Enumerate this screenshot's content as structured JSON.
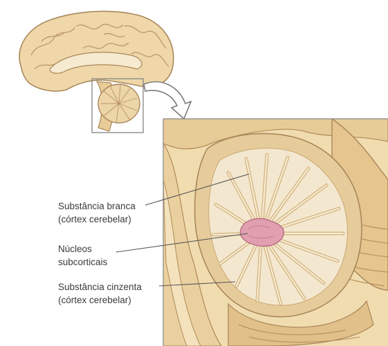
{
  "labels": {
    "white_matter": {
      "line1": "Substância branca",
      "line2": "(córtex cerebelar)"
    },
    "nuclei": {
      "line1": "Núcleos",
      "line2": "subcorticais"
    },
    "grey_matter": {
      "line1": "Substância cinzenta",
      "line2": "(córtex cerebelar)"
    }
  },
  "colors": {
    "background": "#ffffff",
    "brain_tissue": "#efd7a9",
    "brain_outline": "#a8875a",
    "white_matter": "#f3e8cf",
    "cortex_folia": "#e7cc9b",
    "deep_nuclei": "#e0a0b0",
    "brainstem": "#e8cc98",
    "leader_line": "#555555",
    "arrow": "#ffffff"
  }
}
